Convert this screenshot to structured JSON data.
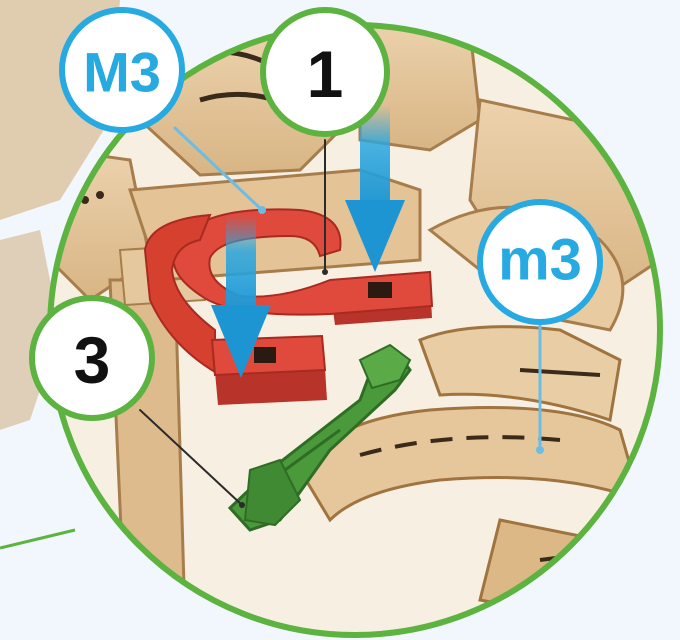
{
  "callouts": {
    "m3_upper": {
      "label": "M3",
      "border_color": "#27a9e1",
      "text_color": "#27a9e1"
    },
    "one": {
      "label": "1",
      "border_color": "#5cb340",
      "text_color": "#111111"
    },
    "m3_lower": {
      "label": "m3",
      "border_color": "#27a9e1",
      "text_color": "#27a9e1"
    },
    "three": {
      "label": "3",
      "border_color": "#5cb340",
      "text_color": "#111111"
    }
  },
  "colors": {
    "background": "#f1f7fc",
    "magnifier_ring": "#5cb340",
    "wood": "#e3c49a",
    "wood_dark": "#b98e5c",
    "part_red": "#e04a3c",
    "part_green": "#4a9a3c",
    "arrow": "#2aa7e0"
  },
  "icons": [
    "arrow-down-icon",
    "arrow-down-icon"
  ]
}
